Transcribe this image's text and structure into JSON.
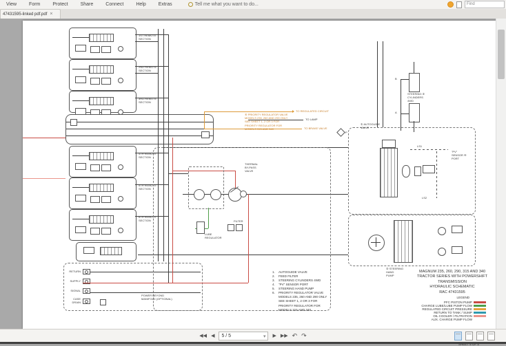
{
  "app": {
    "menu": [
      "View",
      "Form",
      "Protect",
      "Share",
      "Connect",
      "Help",
      "Extras"
    ],
    "tell_me": "Tell me what you want to do...",
    "find_value": "Find"
  },
  "tabbar": {
    "tab_title": "47431595-linked pdf.pdf",
    "close_label": "×"
  },
  "statusbar": {
    "first": "◀◀",
    "prev": "◀",
    "page_display": "5 / 5",
    "caret": "▾",
    "next": "▶",
    "last": "▶▶",
    "prev_view": "↶",
    "next_view": "↷"
  },
  "schematic": {
    "remote_sections": [
      "1ST REMOTE\nSECTION",
      "2ND REMOTE\nSECTION",
      "3RD REMOTE\nSECTION",
      "4TH REMOTE\nSECTION",
      "5TH REMOTE\nSECTION",
      "6TH REMOTE\nSECTION"
    ],
    "labels": {
      "to_regulated": "TO REGULATED CIRCUIT",
      "to_lamp": "TO LAMP",
      "to_brake": "TO BRAKE VALVE",
      "priority_note": "⑥ PRIORITY REGULATOR VALVE\nMODELS 235, 260 AND 290 ONLY\nSEE SHEET 1, 2 OR 3 FOR\nPRIORITY REGULATOR FOR\nMODELS 315 AND 340",
      "autoguide": "① AUTOGUIDE\nVALVE",
      "ls1": "LS1",
      "ls2": "LS2",
      "pv_port": "\"PV\"\nSENSOR ④\nPORT",
      "cylinders": "STEERING ③\nCYLINDERS\n4WD",
      "hand_pump": "⑤ STEERING\nHAND\nPUMP",
      "filter": "FILTER",
      "lube_reg": "LUBE\nREGULATOR",
      "thermal": "THERMAL\nBY-PASS\nVALVE",
      "port_p": "P",
      "port_a": "A",
      "port_b": "B",
      "power_beyond": "POWER BEYOND\nMANIFOLD (OPTIONAL)"
    },
    "pb_ports": [
      "RETURN",
      "SUPPLY",
      "SIGNAL",
      "CASE\nDRAIN"
    ],
    "title_block": [
      "MAGNUM 235, 260, 290, 315 AND 340",
      "TRACTOR SERIES WITH POWERSHIFT",
      "TRANSMISSION",
      "HYDRAULIC SCHEMATIC",
      "RAC 47431595"
    ],
    "legend": {
      "title": "LEGEND",
      "rows": [
        {
          "label": "PFC PISTON PUMP",
          "color": "#c94a42"
        },
        {
          "label": "CHARGE LUBE/LUBE PUMP FLOW",
          "color": "#4f9e4a"
        },
        {
          "label": "REGULATED CIRCUIT PRESSURE",
          "color": "#e5a33c"
        },
        {
          "label": "RETURN TO TANK / SUMP",
          "color": "#2f99ae"
        },
        {
          "label": "OIL COOLER / FILTRATION",
          "color": "#ea948a"
        },
        {
          "label": "AUX. CHARGE PUMP FLOW",
          "color": ""
        }
      ]
    },
    "notes": [
      {
        "num": "1.",
        "text": "AUTOGUIDE VALVE"
      },
      {
        "num": "2.",
        "text": "FEED FILTER"
      },
      {
        "num": "3.",
        "text": "STEERING CYLINDERS 4WD"
      },
      {
        "num": "4.",
        "text": "\"PV\" SENSOR PORT"
      },
      {
        "num": "5.",
        "text": "STEERING HAND PUMP"
      },
      {
        "num": "6.",
        "text": "PRIORITY REGULATOR VALVE"
      },
      {
        "num": "",
        "text": "MODELS 235, 260 AND 290 ONLY"
      },
      {
        "num": "",
        "text": "SEE SHEET 1, 2 OR 3 FOR"
      },
      {
        "num": "",
        "text": "PRIORITY REGULATOR FOR"
      },
      {
        "num": "",
        "text": "MODELS 315 AND 340"
      }
    ],
    "sheet_label": "SHEET 5 OF 5"
  }
}
